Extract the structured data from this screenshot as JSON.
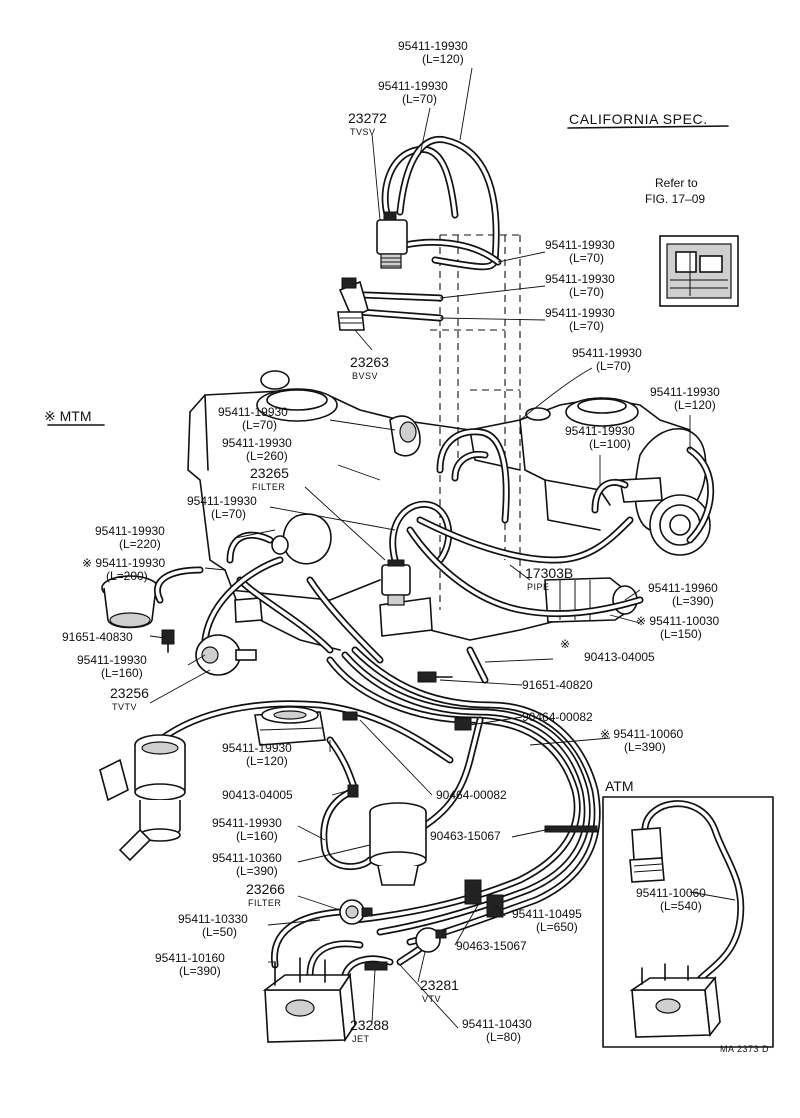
{
  "headers": {
    "california_spec": "CALIFORNIA SPEC.",
    "mtm": "※ MTM",
    "atm": "ATM",
    "refer_line1": "Refer to",
    "refer_line2": "FIG. 17–09",
    "drawing_code": "MA 2373 D"
  },
  "callouts": [
    {
      "id": "c01",
      "lines": [
        "95411-19930",
        "(L=120)"
      ]
    },
    {
      "id": "c02",
      "lines": [
        "95411-19930",
        "(L=70)"
      ]
    },
    {
      "id": "c03",
      "lines": [
        "23272"
      ],
      "sub": "TVSV"
    },
    {
      "id": "c04",
      "lines": [
        "95411-19930",
        "(L=70)"
      ]
    },
    {
      "id": "c05",
      "lines": [
        "95411-19930",
        "(L=70)"
      ]
    },
    {
      "id": "c06",
      "lines": [
        "95411-19930",
        "(L=70)"
      ]
    },
    {
      "id": "c07",
      "lines": [
        "23263"
      ],
      "sub": "BVSV"
    },
    {
      "id": "c08",
      "lines": [
        "95411-19930",
        "(L=70)"
      ]
    },
    {
      "id": "c09",
      "lines": [
        "95411-19930",
        "(L=120)"
      ]
    },
    {
      "id": "c10",
      "lines": [
        "95411-19930",
        "(L=70)"
      ]
    },
    {
      "id": "c11",
      "lines": [
        "95411-19930",
        "(L=100)"
      ]
    },
    {
      "id": "c12",
      "lines": [
        "95411-19930",
        "(L=260)"
      ]
    },
    {
      "id": "c13",
      "lines": [
        "23265"
      ],
      "sub": "FILTER"
    },
    {
      "id": "c14",
      "lines": [
        "95411-19930",
        "(L=70)"
      ]
    },
    {
      "id": "c15",
      "lines": [
        "95411-19930",
        "(L=220)"
      ]
    },
    {
      "id": "c16",
      "lines": [
        "※ 95411-19930",
        "(L=200)"
      ]
    },
    {
      "id": "c17",
      "lines": [
        "17303B"
      ],
      "sub": "PIPE"
    },
    {
      "id": "c18",
      "lines": [
        "95411-19960",
        "(L=390)"
      ]
    },
    {
      "id": "c19",
      "lines": [
        "※ 95411-10030",
        "(L=150)"
      ]
    },
    {
      "id": "c20",
      "lines": [
        "91651-40830"
      ]
    },
    {
      "id": "c21",
      "lines": [
        "※",
        "90413-04005"
      ]
    },
    {
      "id": "c22",
      "lines": [
        "95411-19930",
        "(L=160)"
      ]
    },
    {
      "id": "c23",
      "lines": [
        "91651-40820"
      ]
    },
    {
      "id": "c24",
      "lines": [
        "23256"
      ],
      "sub": "TVTV"
    },
    {
      "id": "c25",
      "lines": [
        "90464-00082"
      ]
    },
    {
      "id": "c26",
      "lines": [
        "※ 95411-10060",
        "(L=390)"
      ]
    },
    {
      "id": "c27",
      "lines": [
        "95411-19930",
        "(L=120)"
      ]
    },
    {
      "id": "c28",
      "lines": [
        "90413-04005"
      ]
    },
    {
      "id": "c29",
      "lines": [
        "90464-00082"
      ]
    },
    {
      "id": "c30",
      "lines": [
        "95411-19930",
        "(L=160)"
      ]
    },
    {
      "id": "c31",
      "lines": [
        "90463-15067"
      ]
    },
    {
      "id": "c32",
      "lines": [
        "95411-10360",
        "(L=390)"
      ]
    },
    {
      "id": "c33",
      "lines": [
        "23266"
      ],
      "sub": "FILTER"
    },
    {
      "id": "c34",
      "lines": [
        "95411-10330",
        "(L=50)"
      ]
    },
    {
      "id": "c35",
      "lines": [
        "95411-10495",
        "(L=650)"
      ]
    },
    {
      "id": "c36",
      "lines": [
        "90463-15067"
      ]
    },
    {
      "id": "c37",
      "lines": [
        "95411-10160",
        "(L=390)"
      ]
    },
    {
      "id": "c38",
      "lines": [
        "23281"
      ],
      "sub": "VTV"
    },
    {
      "id": "c39",
      "lines": [
        "23288"
      ],
      "sub": "JET"
    },
    {
      "id": "c40",
      "lines": [
        "95411-10430",
        "(L=80)"
      ]
    },
    {
      "id": "c41",
      "lines": [
        "95411-10060",
        "(L=540)"
      ]
    }
  ]
}
